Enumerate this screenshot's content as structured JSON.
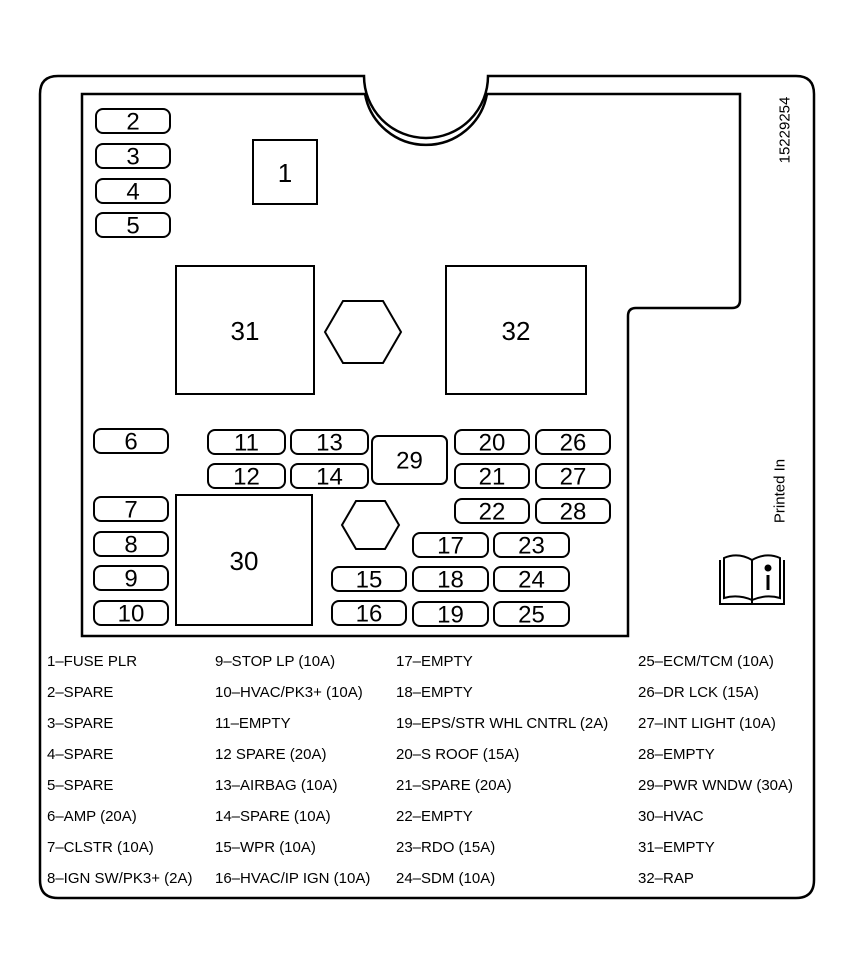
{
  "part_number": "15229254",
  "printed_in": "Printed In",
  "fuses": [
    {
      "label": "1"
    },
    {
      "label": "2"
    },
    {
      "label": "3"
    },
    {
      "label": "4"
    },
    {
      "label": "5"
    },
    {
      "label": "6"
    },
    {
      "label": "7"
    },
    {
      "label": "8"
    },
    {
      "label": "9"
    },
    {
      "label": "10"
    },
    {
      "label": "11"
    },
    {
      "label": "12"
    },
    {
      "label": "13"
    },
    {
      "label": "14"
    },
    {
      "label": "15"
    },
    {
      "label": "16"
    },
    {
      "label": "17"
    },
    {
      "label": "18"
    },
    {
      "label": "19"
    },
    {
      "label": "20"
    },
    {
      "label": "21"
    },
    {
      "label": "22"
    },
    {
      "label": "23"
    },
    {
      "label": "24"
    },
    {
      "label": "25"
    },
    {
      "label": "26"
    },
    {
      "label": "27"
    },
    {
      "label": "28"
    },
    {
      "label": "29"
    },
    {
      "label": "30"
    },
    {
      "label": "31"
    },
    {
      "label": "32"
    }
  ],
  "legend": [
    [
      "1–FUSE PLR",
      "2–SPARE",
      "3–SPARE",
      "4–SPARE",
      "5–SPARE",
      "6–AMP (20A)",
      "7–CLSTR (10A)",
      "8–IGN SW/PK3+ (2A)"
    ],
    [
      "9–STOP LP (10A)",
      "10–HVAC/PK3+ (10A)",
      "11–EMPTY",
      "12 SPARE (20A)",
      "13–AIRBAG (10A)",
      "14–SPARE (10A)",
      "15–WPR (10A)",
      "16–HVAC/IP IGN (10A)"
    ],
    [
      "17–EMPTY",
      "18–EMPTY",
      "19–EPS/STR WHL CNTRL (2A)",
      "20–S ROOF (15A)",
      "21–SPARE (20A)",
      "22–EMPTY",
      "23–RDO (15A)",
      "24–SDM (10A)"
    ],
    [
      "25–ECM/TCM (10A)",
      "26–DR LCK (15A)",
      "27–INT LIGHT (10A)",
      "28–EMPTY",
      "29–PWR WNDW (30A)",
      "30–HVAC",
      "31–EMPTY",
      "32–RAP"
    ]
  ]
}
